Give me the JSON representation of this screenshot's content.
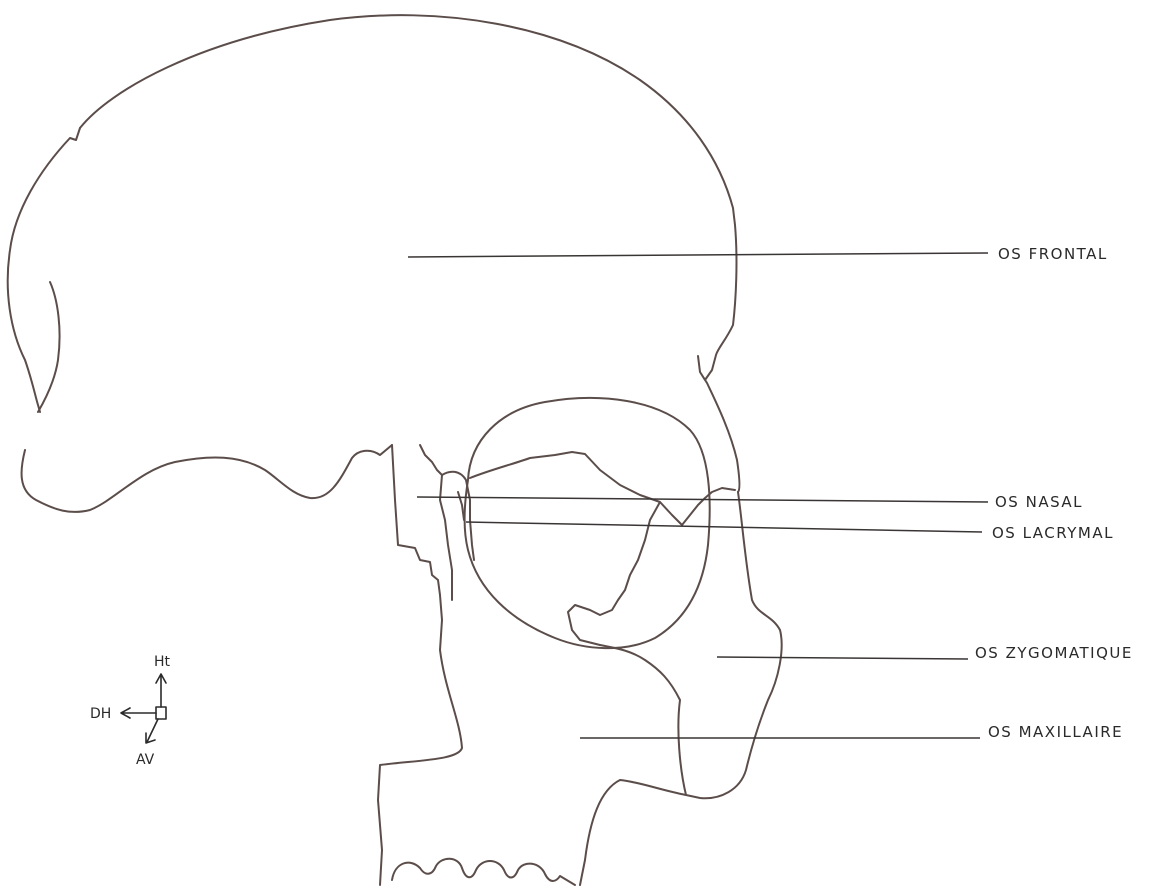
{
  "labels": {
    "frontal": "OS FRONTAL",
    "nasal": "OS NASAL",
    "lacrymal": "OS LACRYMAL",
    "zygomatique": "OS ZYGOMATIQUE",
    "maxillaire": "OS MAXILLAIRE"
  },
  "orientation": {
    "up": "Ht",
    "side": "DH",
    "front": "AV"
  },
  "colors": {
    "outline": "#5b4d4a",
    "ink": "#2a2a2a"
  }
}
